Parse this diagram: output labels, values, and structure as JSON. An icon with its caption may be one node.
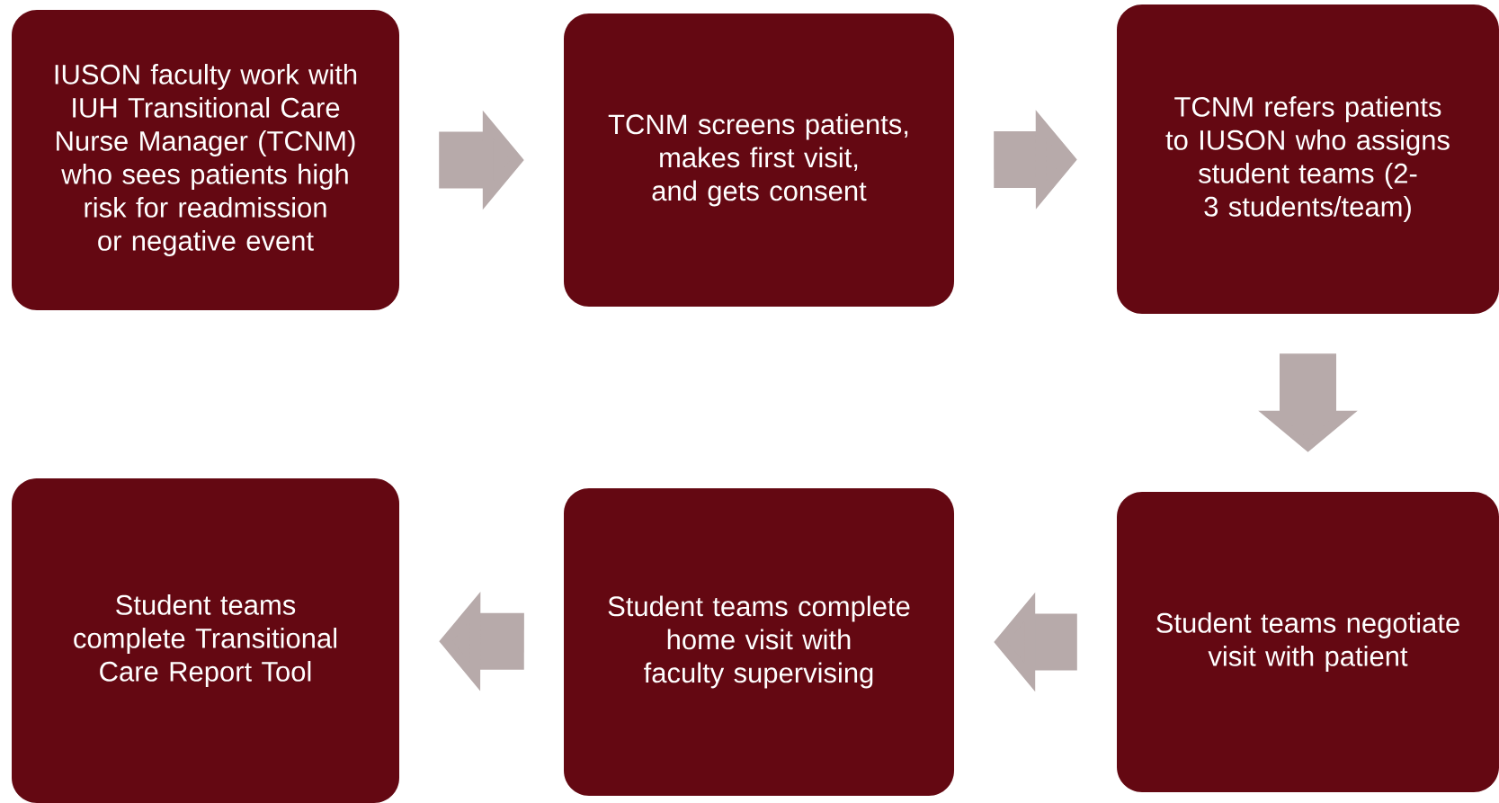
{
  "diagram": {
    "nodes": [
      {
        "text": [
          "IUSON faculty work with IUH Transitional Care Nurse Manager (TCNM) who sees patients high risk for readmission or negative event"
        ]
      },
      {
        "text": [
          "TCNM screens patients, makes first visit, and gets consent"
        ]
      },
      {
        "text": [
          "TCNM refers patients to IUSON who assigns student teams (2-3 students/team)"
        ]
      },
      {
        "text": [
          "Student teams negotiate visit with patient"
        ]
      },
      {
        "text": [
          "Student teams complete home visit with faculty supervising"
        ]
      },
      {
        "text": [
          "Student teams complete Transitional Care Report Tool"
        ]
      }
    ],
    "edges": [
      {
        "from": 0,
        "to": 1,
        "arrow": "to"
      },
      {
        "from": 1,
        "to": 2,
        "arrow": "to"
      },
      {
        "from": 2,
        "to": 3,
        "arrow": "to"
      },
      {
        "from": 3,
        "to": 4,
        "arrow": "to"
      },
      {
        "from": 4,
        "to": 5,
        "arrow": "to"
      }
    ]
  }
}
